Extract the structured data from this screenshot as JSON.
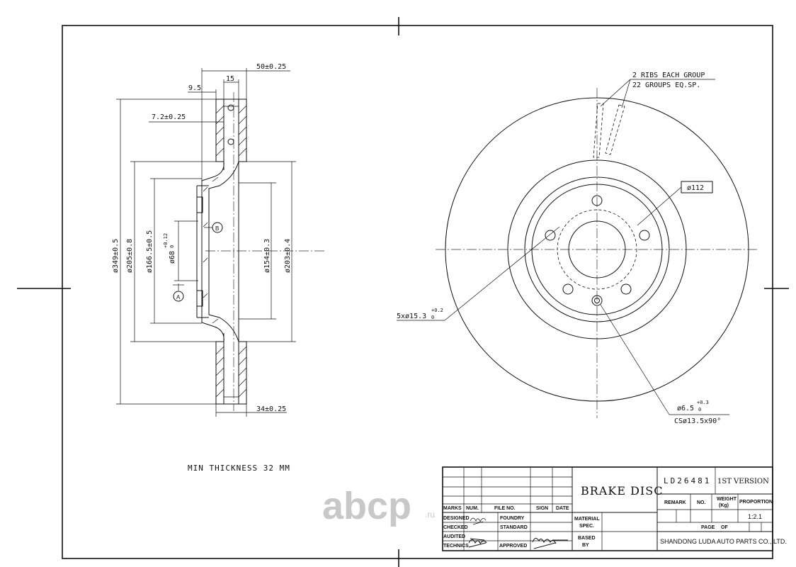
{
  "dimensions": {
    "overall_width": "50±0.25",
    "rib_width": "15",
    "offset": "9.5",
    "hat_thickness": "7.2±0.25",
    "dia_outer": "ø349±0.5",
    "dia_205": "ø205±0.8",
    "dia_166": "ø166.5±0.5",
    "dia_68": "ø68",
    "dia_68_tol_upper": "+0.12",
    "dia_68_tol_lower": "0",
    "dia_154": "ø154±0.3",
    "dia_203": "ø203±0.4",
    "thickness": "34±0.25",
    "datum_a": "A",
    "datum_b": "B"
  },
  "front_view": {
    "ribs_line1": "2 RIBS EACH GROUP",
    "ribs_line2": "22 GROUPS EQ.SP.",
    "pcd": "ø112",
    "bolt_holes": "5xø15.3",
    "bolt_tol_upper": "+0.2",
    "bolt_tol_lower": "0",
    "small_hole": "ø6.5",
    "small_tol_upper": "+0.3",
    "small_tol_lower": "0",
    "countersink": "CSø13.5x90°"
  },
  "notes": {
    "min_thickness": "MIN THICKNESS 32 MM"
  },
  "title_block": {
    "title": "BRAKE DISC",
    "part_number": "LD26481",
    "version": "1ST VERSION",
    "remark": "REMARK",
    "no": "NO.",
    "weight_line1": "WEIGHT",
    "weight_line2": "(Kg)",
    "proportion": "PROPORTION",
    "scale": "1:2.1",
    "page": "PAGE",
    "of": "OF",
    "company": "SHANDONG LUDA AUTO PARTS CO., LTD.",
    "material_line1": "MATERIAL",
    "material_line2": "SPEC.",
    "based_line1": "BASED",
    "based_line2": "BY",
    "marks": "MARKS",
    "num": "NUM.",
    "file_no": "FILE NO.",
    "sign": "SIGN",
    "date": "DATE",
    "designed": "DESIGNED",
    "checked": "CHECKED",
    "audited": "AUDITED",
    "technics": "TECHNICS",
    "foundry": "FOUNDRY",
    "standard": "STANDARD",
    "approved": "APPROVED"
  },
  "watermark": {
    "brand": "abcp",
    "suffix": ".ru"
  }
}
